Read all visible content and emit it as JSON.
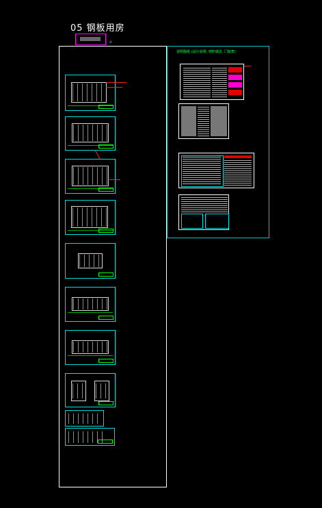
{
  "drawing_title": "05 钢板用房",
  "right_panel_title": "说明图纸 (设计说明, 材料做法, 门窗表)",
  "colors": {
    "background": "#000000",
    "frame": "#ffffff",
    "sheet_border": "#00e0e0",
    "accent_magenta": "#ff00ff",
    "accent_green": "#00ff40",
    "accent_red": "#ff2020"
  },
  "sheets": [
    {
      "name": "sheet-1"
    },
    {
      "name": "sheet-2"
    },
    {
      "name": "sheet-3"
    },
    {
      "name": "sheet-4"
    },
    {
      "name": "sheet-5"
    },
    {
      "name": "sheet-6"
    },
    {
      "name": "sheet-7"
    },
    {
      "name": "sheet-8"
    },
    {
      "name": "sheet-9"
    },
    {
      "name": "sheet-10"
    }
  ],
  "notes_sheets": [
    {
      "name": "notes-sheet-1"
    },
    {
      "name": "notes-sheet-2"
    },
    {
      "name": "notes-sheet-3"
    },
    {
      "name": "notes-sheet-4"
    }
  ]
}
